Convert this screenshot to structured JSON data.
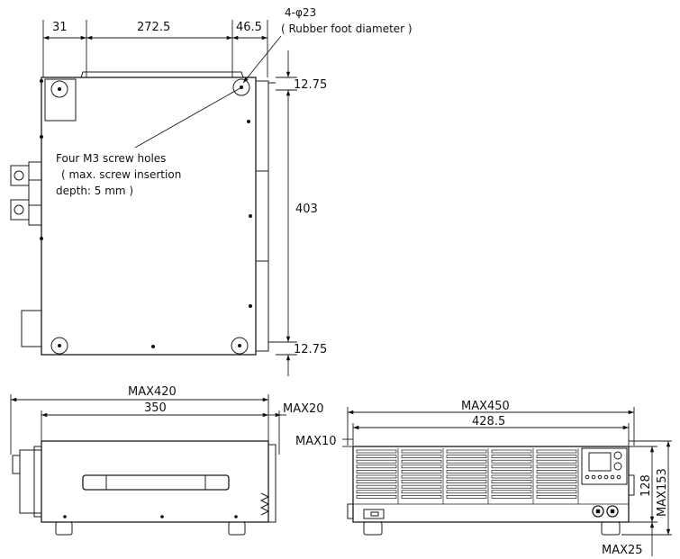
{
  "top_view": {
    "dim_left_width": "31",
    "dim_center_width": "272.5",
    "dim_right_width": "46.5",
    "rubber_foot_qty": "4-φ23",
    "rubber_foot_note": "( Rubber foot diameter )",
    "dim_top_offset": "12.75",
    "dim_depth": "403",
    "dim_bottom_offset": "12.75",
    "screw_note_line1": "Four M3 screw holes",
    "screw_note_line2": "( max. screw insertion",
    "screw_note_line3": "depth: 5 mm )"
  },
  "side_view": {
    "dim_max_length": "MAX420",
    "dim_body_length": "350",
    "dim_max_protrusion": "MAX20"
  },
  "front_view": {
    "dim_max_width": "MAX450",
    "dim_body_width": "428.5",
    "dim_max_top": "MAX10",
    "dim_body_height": "128",
    "dim_max_height": "MAX153",
    "dim_max_foot": "MAX25"
  }
}
